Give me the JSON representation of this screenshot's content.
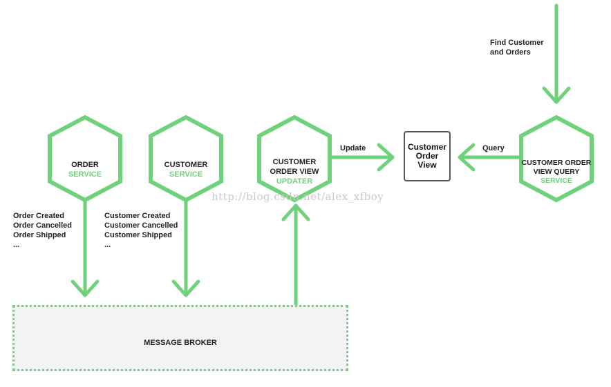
{
  "colors": {
    "accent": "#6fd27a",
    "text": "#222222",
    "box_border": "#555555",
    "broker_bg": "#f3f3f3"
  },
  "services": {
    "order": {
      "line1": "ORDER",
      "line2": "SERVICE"
    },
    "customer": {
      "line1": "CUSTOMER",
      "line2": "SERVICE"
    },
    "updater": {
      "line1": "CUSTOMER",
      "line2": "ORDER VIEW",
      "line3": "UPDATER"
    },
    "query": {
      "line1": "CUSTOMER ORDER",
      "line2": "VIEW QUERY",
      "line3": "SERVICE"
    }
  },
  "view_box": {
    "line1": "Customer",
    "line2": "Order",
    "line3": "View"
  },
  "edges": {
    "update": "Update",
    "query": "Query"
  },
  "find_request": {
    "line1": "Find Customer",
    "line2": "and Orders"
  },
  "order_events": [
    "Order Created",
    "Order Cancelled",
    "Order Shipped",
    "..."
  ],
  "customer_events": [
    "Customer Created",
    "Customer Cancelled",
    "Customer Shipped",
    "..."
  ],
  "broker": {
    "label": "MESSAGE BROKER"
  },
  "watermark": "http://blog.csdn.net/alex_xfboy"
}
